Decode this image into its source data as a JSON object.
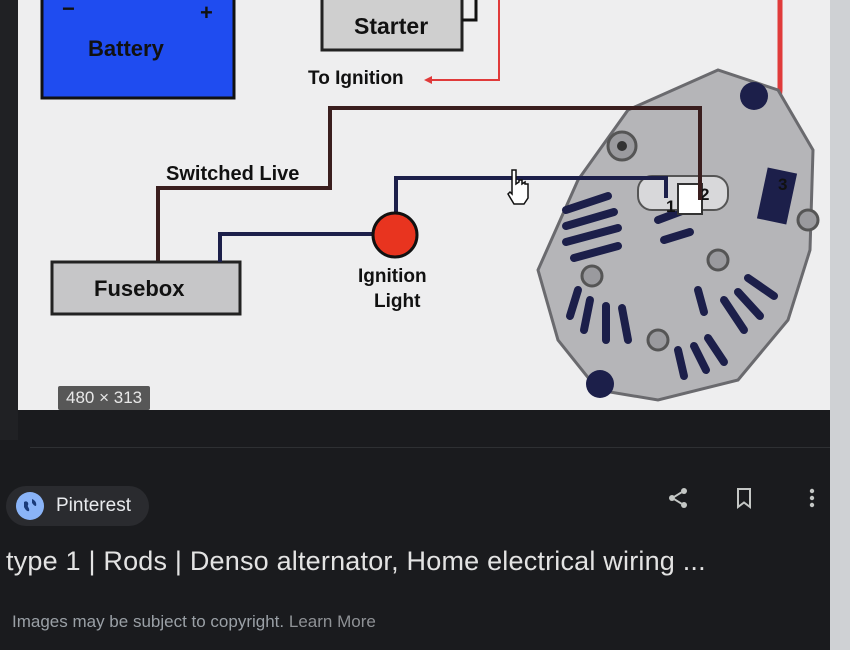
{
  "diagram": {
    "battery": {
      "label": "Battery",
      "minus": "−",
      "plus": "+"
    },
    "starter": "Starter",
    "to_ignition": "To Ignition",
    "switched_live": "Switched Live",
    "fusebox": "Fusebox",
    "ignition_light_line1": "Ignition",
    "ignition_light_line2": "Light",
    "terminal_1": "1",
    "terminal_2": "2",
    "terminal_3": "3",
    "dimensions": "480 × 313"
  },
  "source": {
    "label": "Pinterest",
    "icon": "globe-icon"
  },
  "actions": [
    {
      "icon": "share-icon"
    },
    {
      "icon": "bookmark-icon"
    },
    {
      "icon": "more-vert-icon"
    }
  ],
  "result_title": "type 1 | Rods | Denso alternator, Home electrical wiring ...",
  "footer": {
    "copyright": "Images may be subject to copyright.",
    "learn_more": "Learn More"
  },
  "colors": {
    "battery": "#1f4cf0",
    "ignition_light": "#e8341f",
    "wire_dark": "#1c1f4a",
    "wire_brown": "#3a1e1e",
    "wire_red": "#e03a3a"
  }
}
